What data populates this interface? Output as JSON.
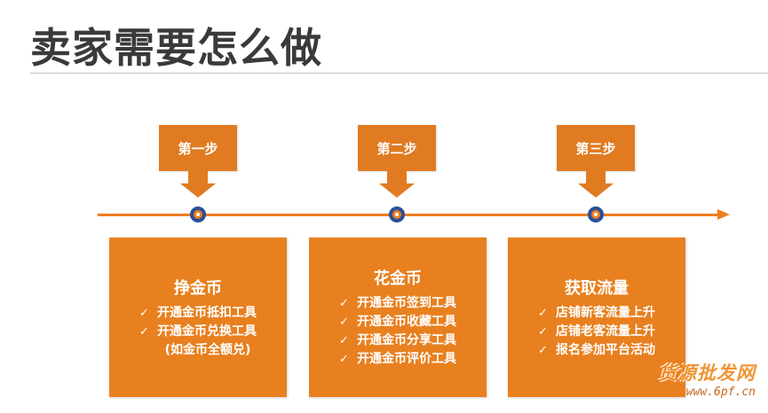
{
  "title": "卖家需要怎么做",
  "colors": {
    "accent": "#e8801f",
    "timeline": "#ee7d1e",
    "node_ring": "#2c4f9a",
    "title_text": "#3a3a3a"
  },
  "steps": [
    {
      "label": "第一步",
      "card": {
        "title": "挣金币",
        "items": [
          "开通金币抵扣工具",
          "开通金币兑换工具"
        ],
        "note": "(如金币全额兑)"
      }
    },
    {
      "label": "第二步",
      "card": {
        "title": "花金币",
        "items": [
          "开通金币签到工具",
          "开通金币收藏工具",
          "开通金币分享工具",
          "开通金币评价工具"
        ]
      }
    },
    {
      "label": "第三步",
      "card": {
        "title": "获取流量",
        "items": [
          "店铺新客流量上升",
          "店铺老客流量上升",
          "报名参加平台活动"
        ]
      }
    }
  ],
  "check_glyph": "✓",
  "watermark": {
    "logo": "货源批发网",
    "url": "www.6pf.cn"
  }
}
